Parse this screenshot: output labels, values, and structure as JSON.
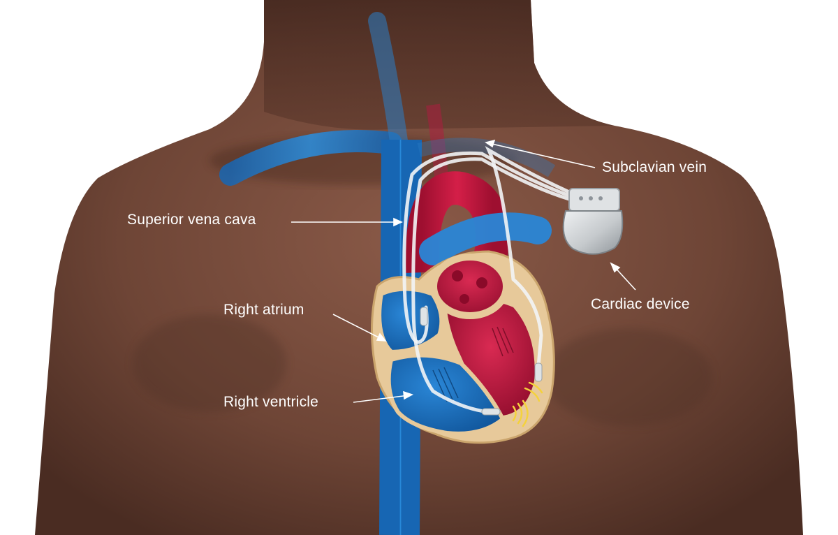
{
  "labels": {
    "subclavian_vein": "Subclavian vein",
    "superior_vena_cava": "Superior vena cava",
    "cardiac_device": "Cardiac device",
    "right_atrium": "Right atrium",
    "right_ventricle": "Right ventricle"
  },
  "colors": {
    "background": "#ffffff",
    "skin": "#6e4536",
    "skin_dark": "#4a2c22",
    "vein_blue": "#1f7fd1",
    "artery_red": "#c5143d",
    "heart_wall": "#e7c99a",
    "device_silver": "#cfd3d6",
    "lead_white": "#f2f4f6",
    "signal_yellow": "#f4d23c"
  }
}
